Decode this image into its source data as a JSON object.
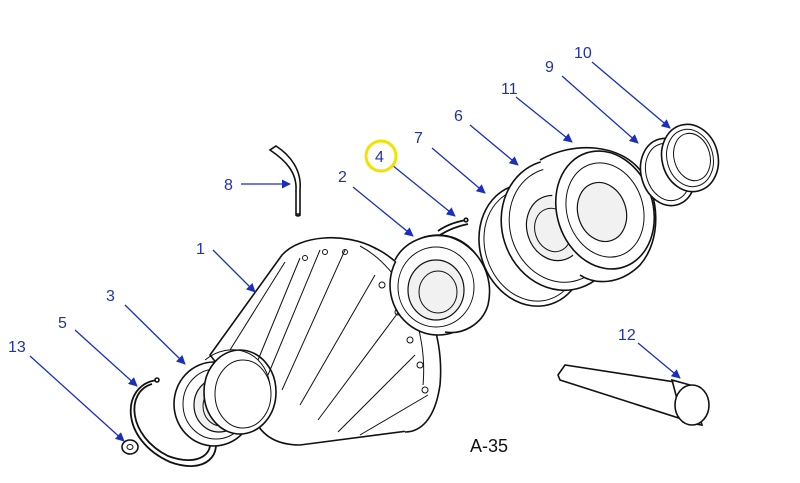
{
  "figure": {
    "label": "A-35",
    "callouts": [
      {
        "id": "c1",
        "text": "1"
      },
      {
        "id": "c2",
        "text": "2"
      },
      {
        "id": "c3",
        "text": "3"
      },
      {
        "id": "c4",
        "text": "4"
      },
      {
        "id": "c5",
        "text": "5"
      },
      {
        "id": "c6",
        "text": "6"
      },
      {
        "id": "c7",
        "text": "7"
      },
      {
        "id": "c8",
        "text": "8"
      },
      {
        "id": "c9",
        "text": "9"
      },
      {
        "id": "c10",
        "text": "10"
      },
      {
        "id": "c11",
        "text": "11"
      },
      {
        "id": "c12",
        "text": "12"
      },
      {
        "id": "c13",
        "text": "13"
      }
    ],
    "highlight": {
      "callout": "4",
      "color": "#f2e200"
    },
    "colors": {
      "leader": "#1a2fc0",
      "label": "#2233aa",
      "highlight": "#f2e200"
    }
  }
}
